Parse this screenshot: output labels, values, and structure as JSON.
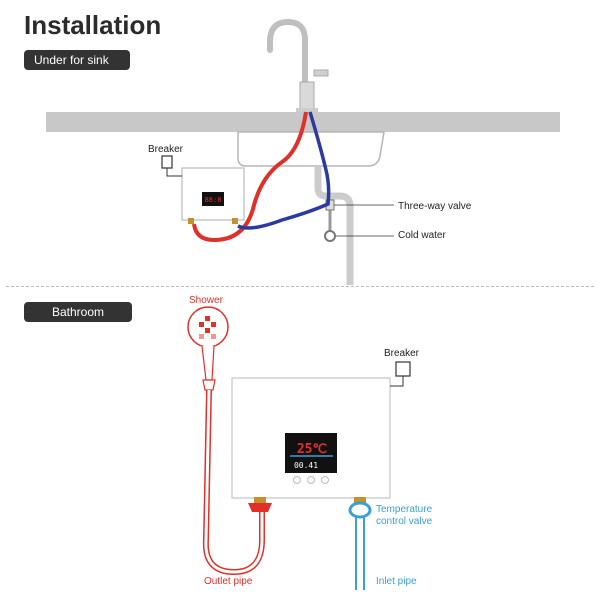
{
  "header": {
    "title": "Installation"
  },
  "sections": {
    "sink": {
      "tag": "Under for sink",
      "breaker": "Breaker",
      "three_way": "Three-way valve",
      "cold_water": "Cold water",
      "display_small": "88:8"
    },
    "bathroom": {
      "tag": "Bathroom",
      "shower": "Shower",
      "breaker": "Breaker",
      "temp_valve_line1": "Temperature",
      "temp_valve_line2": "control valve",
      "outlet": "Outlet pipe",
      "inlet": "Inlet pipe",
      "display_temp": "25℃",
      "display_time": "00.41"
    }
  },
  "colors": {
    "hot": "#e0302a",
    "cold": "#2b3a9e",
    "inlet": "#3aa0d6",
    "counter": "#c8c8c8"
  }
}
